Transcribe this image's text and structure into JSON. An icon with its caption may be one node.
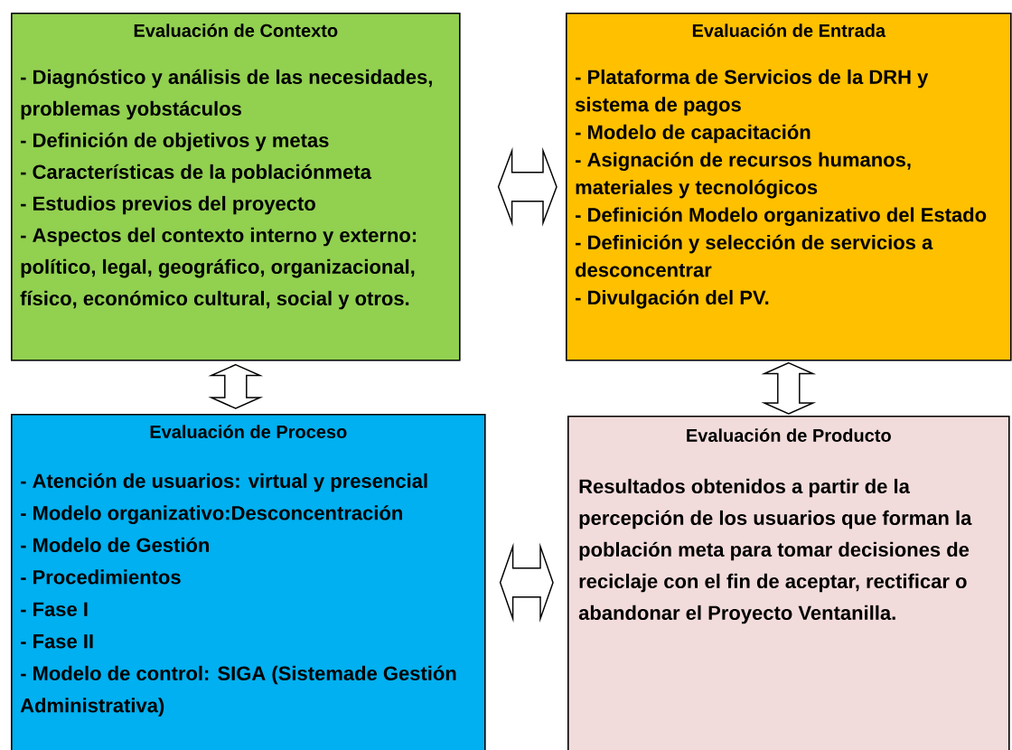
{
  "diagram": {
    "nodes": [
      {
        "text": [
          "Evaluación de Contexto",
          "- Diagnóstico y análisis de las necesidades, problemas yobstáculos",
          "- Definición de objetivos y metas",
          "- Características de la poblaciónmeta",
          "- Estudios previos del proyecto",
          "- Aspectos del contexto interno y externo: político, legal, geográfico, organizacional, físico, económico cultural, social y otros."
        ]
      },
      {
        "text": [
          "Evaluación de Entrada",
          "- Plataforma de Servicios de la DRH y sistema de pagos",
          "- Modelo de capacitación",
          "- Asignación de recursos humanos, materiales y tecnológicos",
          "- Definición Modelo organizativo del Estado",
          "- Definición y selección de servicios a desconcentrar",
          "- Divulgación del PV."
        ]
      },
      {
        "text": [
          "Evaluación de Proceso",
          "- Atención de usuarios: virtual y presencial",
          "- Modelo organizativo:Desconcentración",
          "- Modelo de Gestión",
          "- Procedimientos",
          "- Fase I",
          "- Fase II",
          "- Modelo de control: SIGA (Sistemade Gestión Administrativa)"
        ]
      },
      {
        "text": [
          "Evaluación de Producto",
          "Resultados obtenidos a partir de la percepción de los usuarios que forman la población meta para tomar decisiones  de reciclaje con el fin de aceptar, rectificar o abandonar el Proyecto Ventanilla."
        ]
      }
    ],
    "edges": [
      {
        "from": 0,
        "to": 1,
        "arrow": "both"
      },
      {
        "from": 0,
        "to": 2,
        "arrow": "both"
      },
      {
        "from": 1,
        "to": 3,
        "arrow": "both"
      },
      {
        "from": 2,
        "to": 3,
        "arrow": "both"
      }
    ]
  }
}
